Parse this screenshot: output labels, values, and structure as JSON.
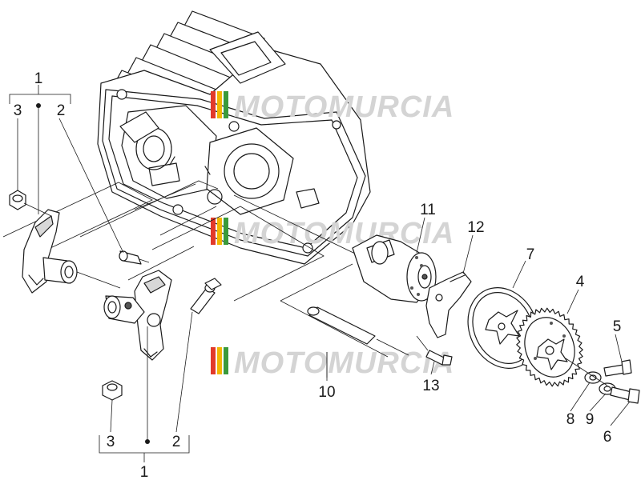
{
  "watermark": {
    "text": "MOTOMURCIA",
    "stripe_colors": [
      "#e23a2a",
      "#f2b600",
      "#3a9a3a"
    ],
    "text_color": "#d4d4d4"
  },
  "callouts": {
    "group_top": "1",
    "group_top_sub_left": "3",
    "group_top_sub_right": "2",
    "group_bottom": "1",
    "group_bottom_sub_left": "3",
    "group_bottom_sub_right": "2",
    "p4": "4",
    "p5": "5",
    "p6": "6",
    "p7": "7",
    "p8": "8",
    "p9": "9",
    "p10": "10",
    "p11": "11",
    "p12": "12",
    "p13": "13"
  }
}
